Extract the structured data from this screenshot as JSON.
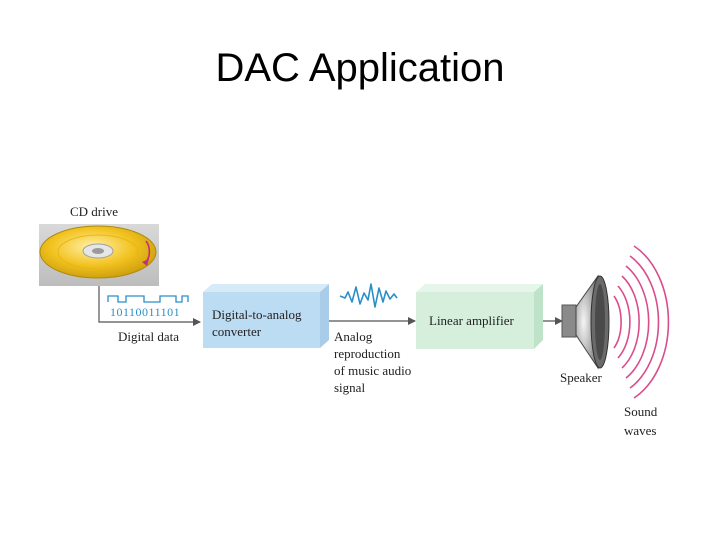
{
  "slide": {
    "title": "DAC Application"
  },
  "diagram": {
    "cd_drive_label": "CD drive",
    "bit_pattern": "10110011101",
    "digital_data_label": "Digital data",
    "dac_label_line1": "Digital-to-analog",
    "dac_label_line2": "converter",
    "analog_label_lines": [
      "Analog",
      "reproduction",
      "of music audio",
      "signal"
    ],
    "amplifier_label": "Linear amplifier",
    "speaker_label": "Speaker",
    "sound_waves_label_lines": [
      "Sound",
      "waves"
    ]
  },
  "colors": {
    "dac_block": "#bcdcf3",
    "amplifier_block": "#d6efdc",
    "wave_rings": "#d94d8c",
    "digital_signal": "#2a8fc9",
    "disc_gold": "#f2c21f"
  }
}
